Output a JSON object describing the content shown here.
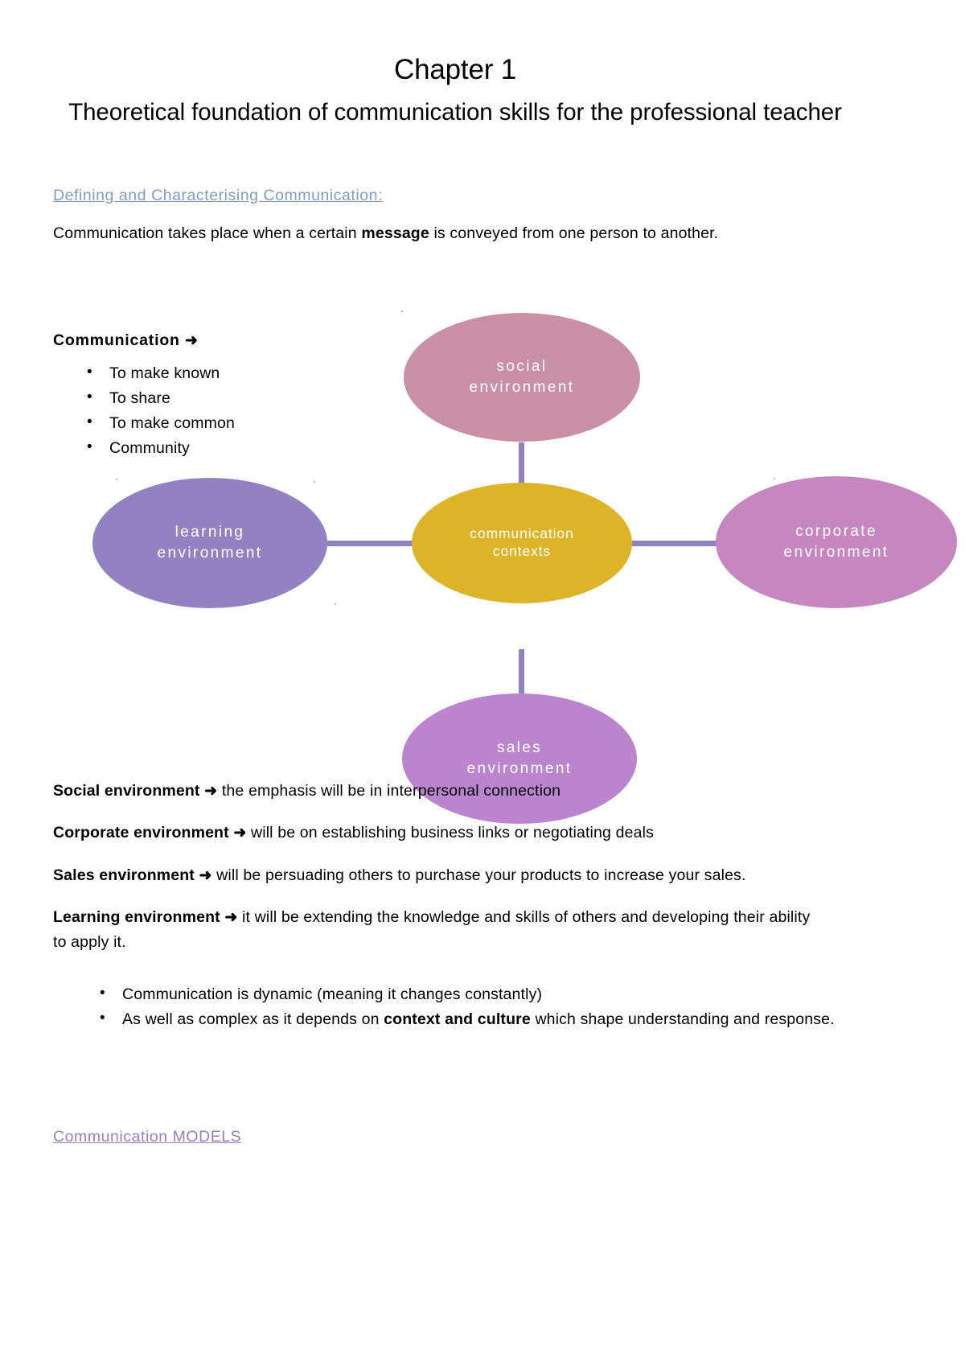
{
  "document": {
    "title": "Chapter 1",
    "subtitle": "Theoretical foundation of communication skills for the professional teacher"
  },
  "section": {
    "heading": "Defining and Characterising Communication:",
    "intro": "Communication takes place when a certain message is conveyed from one person to another.",
    "intro_parts": {
      "before": "Communication takes place when a certain ",
      "bold": "message",
      "after": " is conveyed from one person to another."
    }
  },
  "communication_block": {
    "label": "Communication",
    "arrow": "➜",
    "items": [
      "To make known",
      "To share",
      "To make common",
      "Community"
    ]
  },
  "diagram": {
    "type": "hub-and-spoke",
    "center": {
      "label": "communication\ncontexts",
      "color": "#ddb429"
    },
    "connector_color": "#9182bf",
    "nodes": [
      {
        "id": "social",
        "label": "social\nenvironment",
        "color": "#c98fa4",
        "position": "top"
      },
      {
        "id": "learning",
        "label": "learning\nenvironment",
        "color": "#9382c2",
        "position": "left"
      },
      {
        "id": "corporate",
        "label": "corporate\nenvironment",
        "color": "#c687c0",
        "position": "right"
      },
      {
        "id": "sales",
        "label": "sales\nenvironment",
        "color": "#bb84cf",
        "position": "bottom"
      }
    ]
  },
  "definitions": [
    {
      "term": "Social environment",
      "arrow": "➜",
      "text": " the emphasis will be in interpersonal connection"
    },
    {
      "term": "Corporate environment",
      "arrow": "➜",
      "text": " will be on establishing business links or negotiating deals"
    },
    {
      "term": "Sales environment",
      "arrow": "➜",
      "text": " will be persuading others to purchase your products to increase your sales."
    },
    {
      "term": "Learning environment",
      "arrow": "➜",
      "text": " it will be extending the knowledge and skills of others and developing their ability to apply it."
    }
  ],
  "closing_bullets": [
    {
      "before": "Communication is dynamic (meaning it changes constantly)",
      "bold": "",
      "after": ""
    },
    {
      "before": "As well as complex as it depends on ",
      "bold": "context and culture",
      "after": " which shape understanding and response."
    }
  ],
  "bottom": {
    "heading": "Communication MODELS "
  },
  "colors": {
    "link_blue": "#7f9bc4",
    "link_purple": "#9b7fc0",
    "center_gold": "#ddb429",
    "connector_purple": "#9182bf",
    "social_pink": "#c98fa4",
    "learning_purple": "#9382c2",
    "corporate_orchid": "#c687c0",
    "sales_orchid": "#bb84cf"
  }
}
